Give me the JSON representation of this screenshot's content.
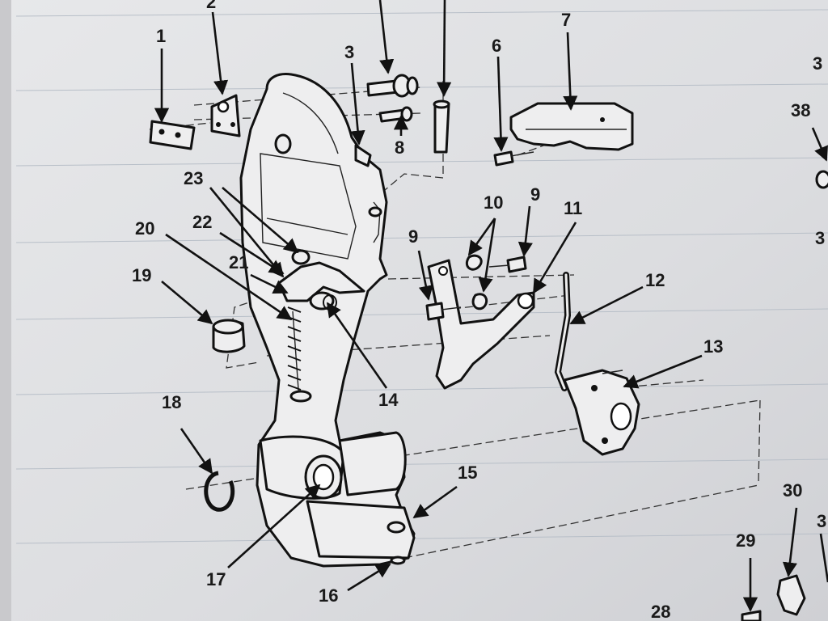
{
  "callouts": [
    "1",
    "2",
    "3",
    "3",
    "6",
    "7",
    "8",
    "38",
    "23",
    "22",
    "20",
    "21",
    "19",
    "10",
    "9",
    "9",
    "11",
    "12",
    "14",
    "13",
    "18",
    "15",
    "17",
    "16",
    "30",
    "29",
    "28",
    "3",
    "3"
  ]
}
